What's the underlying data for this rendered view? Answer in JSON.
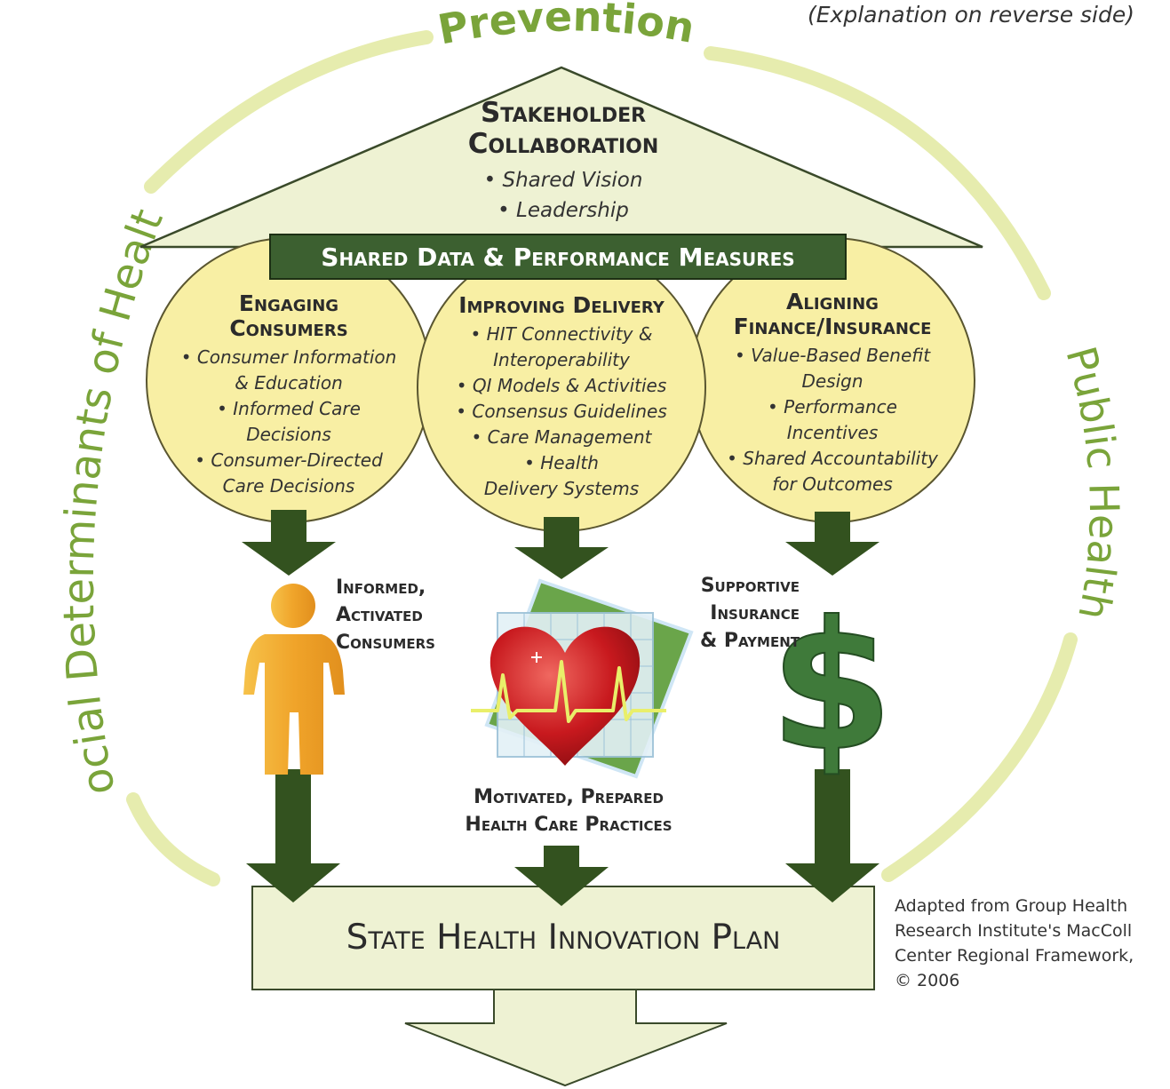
{
  "note": "(Explanation on reverse side)",
  "ring_labels": {
    "top": "Prevention",
    "left": "Social Determinants of Health",
    "right": "Public Health"
  },
  "roof": {
    "title_line1": "Stakeholder",
    "title_line2": "Collaboration",
    "bullets": [
      "Shared Vision",
      "Leadership"
    ]
  },
  "bar": {
    "label": "Shared Data & Performance Measures"
  },
  "circles": [
    {
      "title": [
        "Engaging",
        "Consumers"
      ],
      "items": [
        "• Consumer Information",
        "& Education",
        "• Informed Care",
        "Decisions",
        "• Consumer-Directed",
        "Care Decisions"
      ]
    },
    {
      "title": [
        "Improving Delivery"
      ],
      "items": [
        "• HIT Connectivity &",
        "Interoperability",
        "• QI Models & Activities",
        "• Consensus Guidelines",
        "• Care Management",
        "• Health",
        "Delivery Systems"
      ]
    },
    {
      "title": [
        "Aligning",
        "Finance/Insurance"
      ],
      "items": [
        "• Value-Based Benefit",
        "Design",
        "• Performance",
        "Incentives",
        "• Shared Accountability",
        "for Outcomes"
      ]
    }
  ],
  "outcomes": {
    "consumers": [
      "Informed,",
      "Activated",
      "Consumers"
    ],
    "practices": [
      "Motivated, Prepared",
      "Health Care Practices"
    ],
    "insurance": [
      "Supportive",
      "Insurance",
      "& Payment"
    ]
  },
  "icons": {
    "person": "person-icon",
    "heart": "heart-ekg-icon",
    "dollar": "dollar-sign-icon"
  },
  "dollar_glyph": "$",
  "plan": {
    "label": "State Health Innovation Plan"
  },
  "credit": [
    "Adapted from Group Health",
    "Research Institute's MacColl",
    "Center Regional Framework,",
    "© 2006"
  ],
  "colors": {
    "ring": "#e6ecae",
    "ring_text": "#7aa43a",
    "roof_fill": "#eef2d3",
    "bar_fill": "#3c6030",
    "circle_fill": "#f8efa4",
    "arrow": "#33521f",
    "person": "#f0a42a",
    "heart": "#c8191e",
    "dollar": "#3f7a3a",
    "plan_fill": "#eef2d3"
  }
}
